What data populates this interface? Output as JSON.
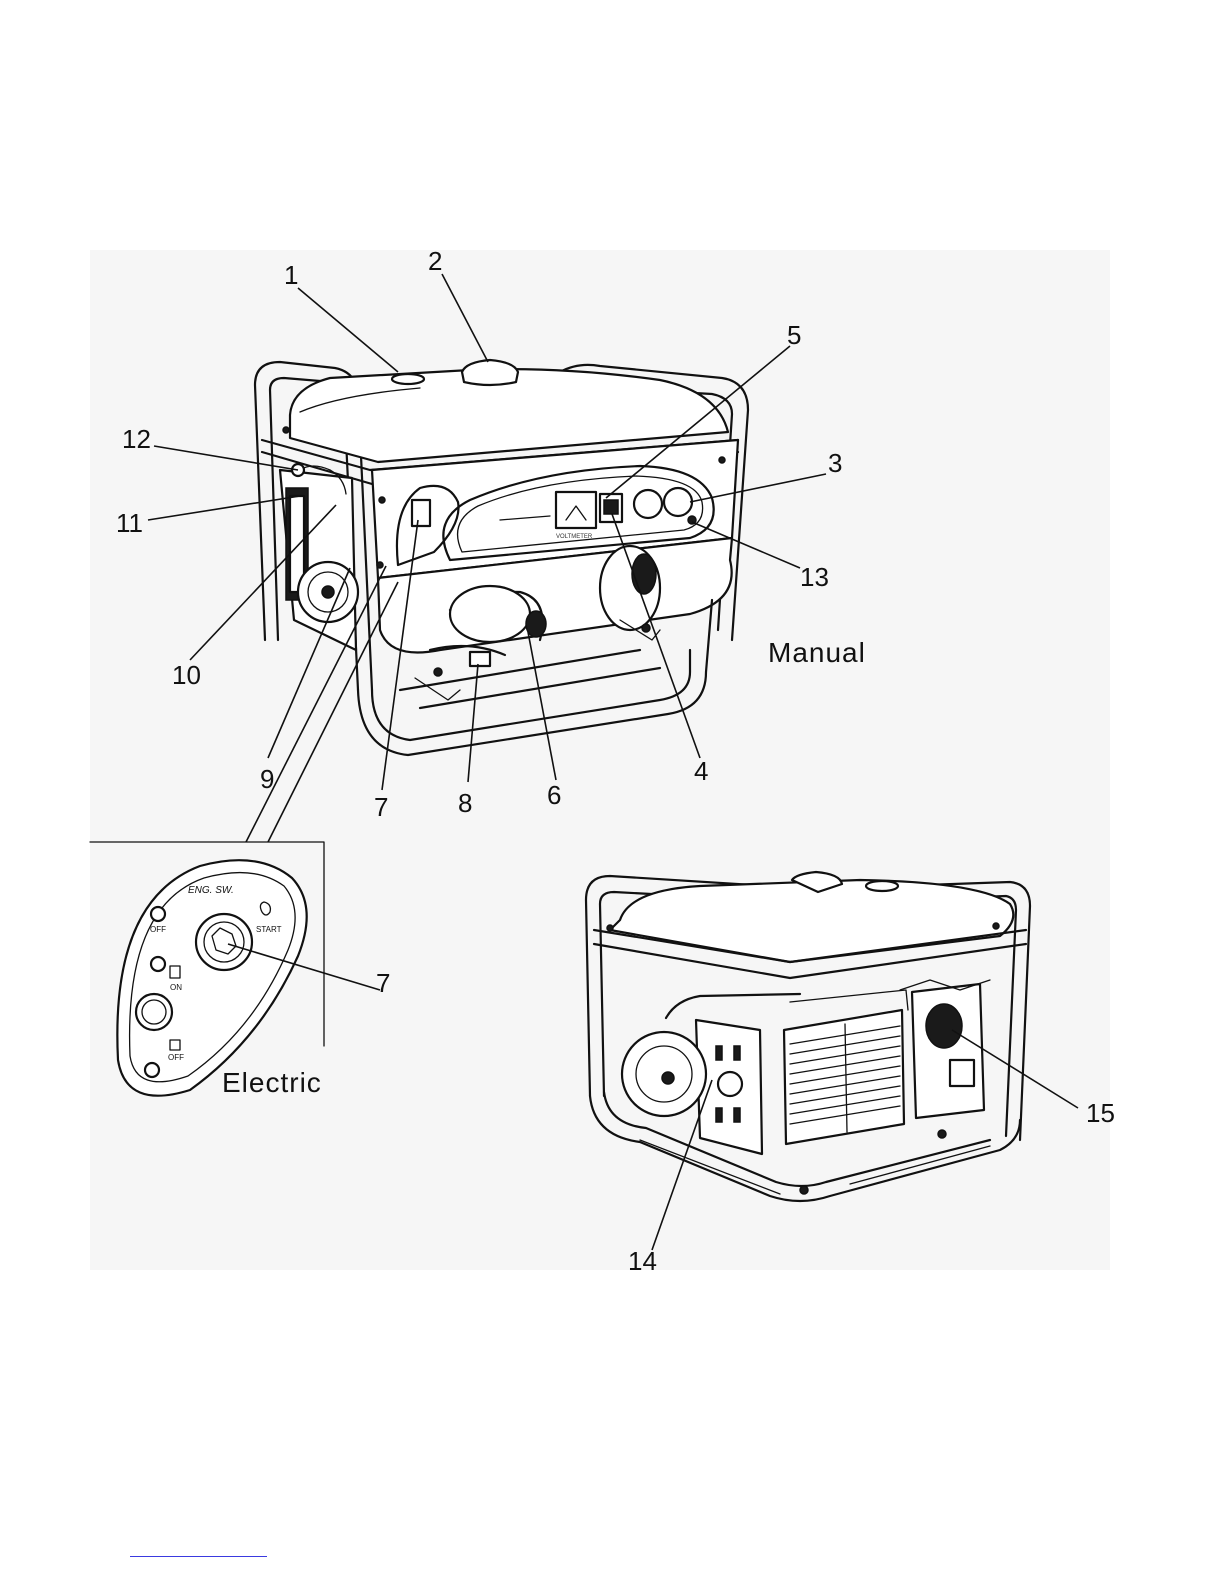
{
  "captions": {
    "manual": "Manual",
    "electric": "Electric"
  },
  "callouts": [
    "1",
    "2",
    "3",
    "4",
    "5",
    "6",
    "7",
    "8",
    "9",
    "10",
    "11",
    "12",
    "13",
    "14",
    "15"
  ],
  "callout_inset": "7",
  "switch_panel": {
    "title": "ENG. SW.",
    "off_top": "OFF",
    "start": "START",
    "on": "ON",
    "off_bottom": "OFF"
  },
  "control_panel": {
    "voltmeter": "VOLTMETER"
  },
  "colors": {
    "ink": "#111111",
    "background": "#ffffff",
    "inset_background": "#f2f2f2",
    "link_underline": "#3a3ae0"
  }
}
